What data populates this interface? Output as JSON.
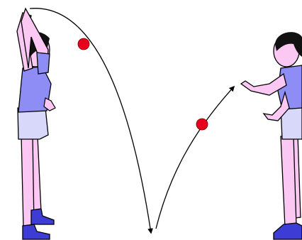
{
  "scene": {
    "background": "#ffffff",
    "colors": {
      "shirt": "#8d8df5",
      "shorts": "#d8d8fb",
      "skin": "#fbc8f4",
      "shoes": "#3d3dd6",
      "hair": "#111111",
      "ball": "#e8001c",
      "trajectory": "#000000",
      "outline": "#000000"
    },
    "figures": [
      {
        "name": "thrower",
        "pose": "arms-raised-overhead-throwing",
        "facing": "right"
      },
      {
        "name": "receiver",
        "pose": "arms-forward-ready-to-catch",
        "facing": "left"
      }
    ],
    "balls": [
      {
        "name": "ball-in-descent"
      },
      {
        "name": "ball-after-bounce"
      }
    ],
    "arrows": [
      {
        "name": "bounce-point-arrow",
        "direction": "down"
      },
      {
        "name": "rebound-arrow",
        "direction": "up-right"
      }
    ]
  }
}
